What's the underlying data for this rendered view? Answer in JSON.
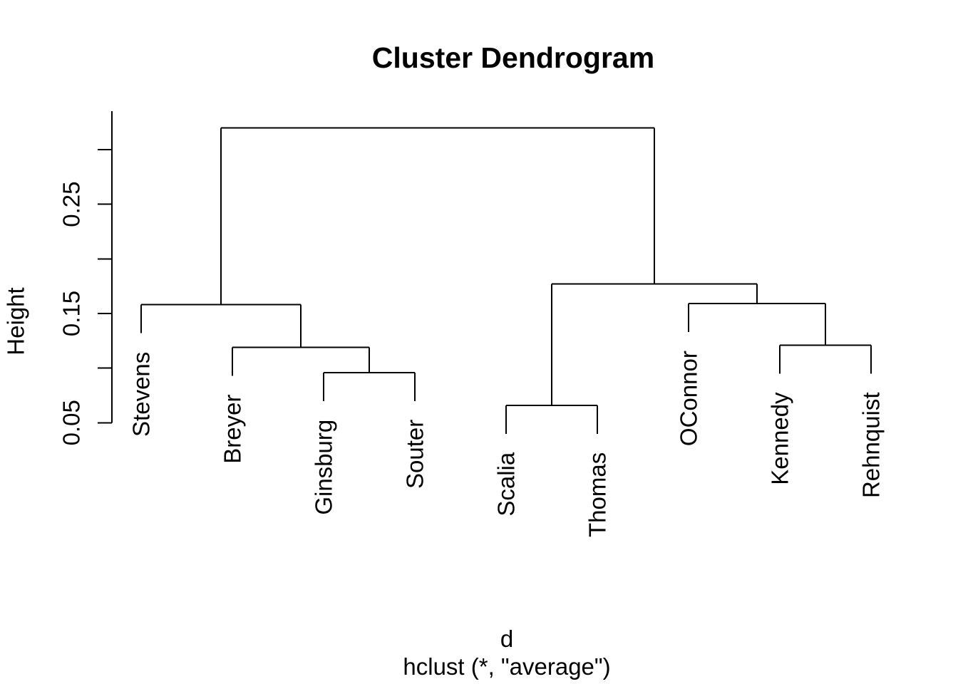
{
  "figure": {
    "title": "Cluster Dendrogram",
    "y_label": "Height",
    "x_label_line1": "d",
    "x_label_line2": "hclust (*, \"average\")"
  },
  "colors": {
    "line": "#000000",
    "text": "#000000",
    "background": "#ffffff"
  },
  "chart_data": {
    "type": "dendrogram",
    "title": "Cluster Dendrogram",
    "xlabel_line1": "d",
    "xlabel_line2": "hclust (*, \"average\")",
    "ylabel": "Height",
    "clustering_method": "average",
    "distance_object": "d",
    "leaves": [
      "Stevens",
      "Breyer",
      "Ginsburg",
      "Souter",
      "Scalia",
      "Thomas",
      "OConnor",
      "Kennedy",
      "Rehnquist"
    ],
    "merges": [
      {
        "id": "n1",
        "children": [
          "Ginsburg",
          "Souter"
        ],
        "height": 0.096
      },
      {
        "id": "n2",
        "children": [
          "Breyer",
          "n1"
        ],
        "height": 0.119
      },
      {
        "id": "n3",
        "children": [
          "Stevens",
          "n2"
        ],
        "height": 0.158
      },
      {
        "id": "n4",
        "children": [
          "Scalia",
          "Thomas"
        ],
        "height": 0.066
      },
      {
        "id": "n5",
        "children": [
          "Kennedy",
          "Rehnquist"
        ],
        "height": 0.121
      },
      {
        "id": "n6",
        "children": [
          "OConnor",
          "n5"
        ],
        "height": 0.159
      },
      {
        "id": "n7",
        "children": [
          "n4",
          "n6"
        ],
        "height": 0.177
      },
      {
        "id": "n8",
        "children": [
          "n3",
          "n7"
        ],
        "height": 0.32
      }
    ],
    "y_axis": {
      "label": "Height",
      "ticks": [
        0.05,
        0.1,
        0.15,
        0.2,
        0.25,
        0.3
      ],
      "tick_labels": [
        {
          "value": 0.05,
          "label": "0.05"
        },
        {
          "value": 0.15,
          "label": "0.15"
        },
        {
          "value": 0.25,
          "label": "0.25"
        }
      ],
      "range": [
        0.05,
        0.335
      ]
    },
    "legend": "none",
    "grid": false,
    "hang": 0.026
  }
}
